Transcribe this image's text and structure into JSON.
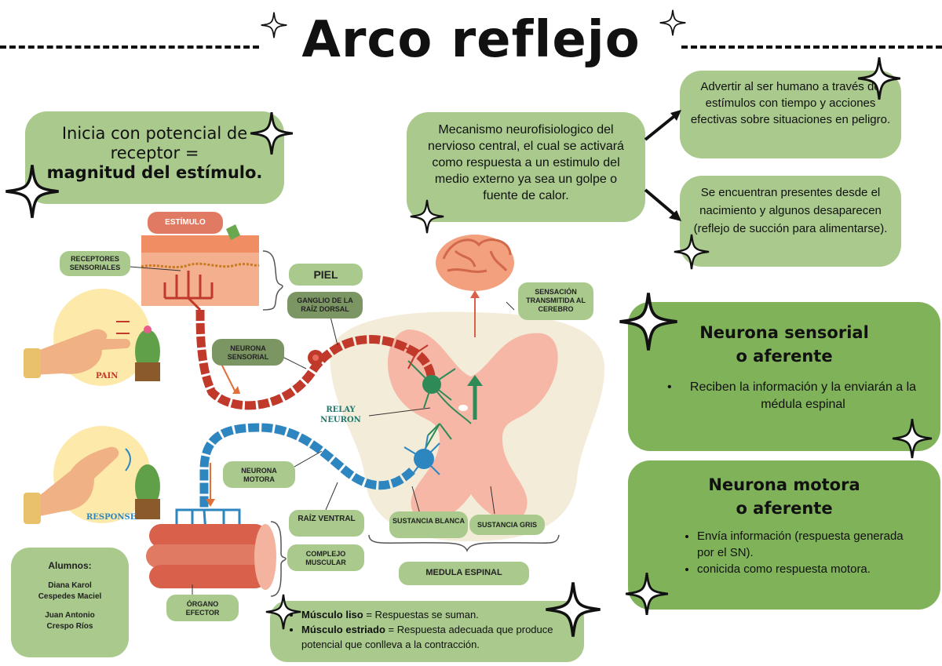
{
  "title": "Arco reflejo",
  "top_left_box": {
    "line1": "Inicia con potencial de",
    "line2": "receptor =",
    "line3": "magnitud del estímulo."
  },
  "mechanism_box": "Mecanismo neurofisiologico del nervioso central, el cual se activará como respuesta a un estimulo del medio externo ya sea un golpe o fuente de calor.",
  "right_box_1": "Advertir al ser humano a través de estímulos con tiempo y acciones efectivas sobre situaciones en peligro.",
  "right_box_2": "Se encuentran presentes desde el nacimiento y algunos desaparecen (reflejo de succión para alimentarse).",
  "sensory_box": {
    "title_line1": "Neurona sensorial",
    "title_line2": "o aferente",
    "bullet": "Reciben la información y la enviarán a la médula espinal"
  },
  "motor_box": {
    "title_line1": "Neurona motora",
    "title_line2": "o aferente",
    "bullets": [
      "Envía información (respuesta generada por el SN).",
      "conicida como respuesta motora."
    ]
  },
  "muscle_box": {
    "item1_bold": "Músculo liso",
    "item1_rest": " = Respuestas se suman.",
    "item2_bold": "Músculo estriado",
    "item2_rest": " = Respuesta adecuada que produce potencial que conlleva a la contracción."
  },
  "students_box": {
    "heading": "Alumnos:",
    "name1_line1": "Diana Karol",
    "name1_line2": "Cespedes Maciel",
    "name2_line1": "Juan Antonio",
    "name2_line2": "Crespo Ríos"
  },
  "diagram_labels": {
    "estimulo": "ESTÍMULO",
    "receptores": "RECEPTORES SENSORIALES",
    "piel": "PIEL",
    "ganglio": "GANGLIO DE LA RAÍZ DORSAL",
    "neurona_sensorial": "NEURONA SENSORIAL",
    "sensacion": "SENSACIÓN TRANSMITIDA AL CEREBRO",
    "relay": "RELAY NEURON",
    "neurona_motora": "NEURONA MOTORA",
    "raiz_ventral": "RAÍZ VENTRAL",
    "sustancia_blanca": "SUSTANCIA BLANCA",
    "sustancia_gris": "SUSTANCIA GRIS",
    "complejo": "COMPLEJO MUSCULAR",
    "medula": "MEDULA ESPINAL",
    "organo": "ÓRGANO EFECTOR",
    "pain": "PAIN",
    "response": "RESPONSE"
  },
  "colors": {
    "light_green": "#a9c98d",
    "dark_green": "#7fb259",
    "nerve_red": "#c0392b",
    "nerve_blue": "#2e86c1",
    "muscle_red": "#d9614c"
  }
}
